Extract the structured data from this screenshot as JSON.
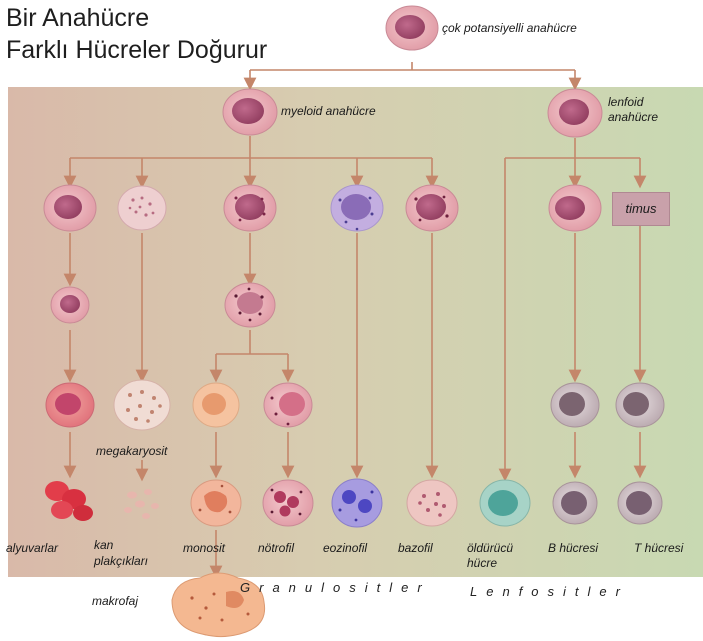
{
  "title": {
    "line1": "Bir Anahücre",
    "line2": "Farklı Hücreler Doğurur"
  },
  "labels": {
    "stem": "çok potansiyelli anahücre",
    "myeloid": "myeloid anahücre",
    "lymphoid_1": "lenfoid",
    "lymphoid_2": "anahücre",
    "timus": "timus",
    "megakaryosit": "megakaryosit",
    "alyuvarlar": "alyuvarlar",
    "kan_1": "kan",
    "kan_2": "plakçıkları",
    "monosit": "monosit",
    "notrofil": "nötrofil",
    "eozinofil": "eozinofil",
    "bazofil": "bazofil",
    "olduruci_1": "öldürücü",
    "olduruci_2": "hücre",
    "b_cell": "B hücresi",
    "t_cell": "T hücresi",
    "makrofaj": "makrofaj",
    "granulositler": "Granulositler",
    "lenfositler": "Lenfositler"
  },
  "colors": {
    "panel_left": "#d9b9a9",
    "panel_right": "#c8d9b2",
    "arrow": "#c4866a",
    "cell_pink": "#e6a5ad",
    "nucleus": "#a2456a",
    "eozinofil": "#8d7fc9",
    "lymph_gray": "#a8939a"
  }
}
